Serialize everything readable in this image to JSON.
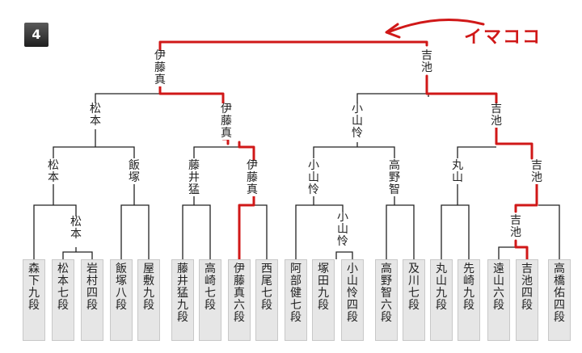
{
  "round_badge": "4",
  "annotation": "イマココ",
  "players": [
    "森下九段",
    "松本七段",
    "岩村四段",
    "飯塚八段",
    "屋敷九段",
    "藤井猛九段",
    "高崎七段",
    "伊藤真六段",
    "西尾七段",
    "阿部健七段",
    "塚田九段",
    "小山怜四段",
    "高野智六段",
    "及川七段",
    "丸山九段",
    "先崎九段",
    "遠山六段",
    "吉池四段",
    "高橋佑四段"
  ],
  "winners": {
    "r1_matsumoto": "松本",
    "r1_koyama": "小山怜",
    "r1_yoshiike": "吉池",
    "r2_matsumoto": "松本",
    "r2_iizuka": "飯塚",
    "r2_fujii": "藤井猛",
    "r2_ito": "伊藤真",
    "r2_koyama": "小山怜",
    "r2_takano": "高野智",
    "r2_maruyama": "丸山",
    "r2_yoshiike": "吉池",
    "r3_matsumoto": "松本",
    "r3_ito": "伊藤真",
    "r3_koyama": "小山怜",
    "r3_yoshiike": "吉池",
    "r4_ito": "伊藤真",
    "r4_yoshiike": "吉池"
  }
}
